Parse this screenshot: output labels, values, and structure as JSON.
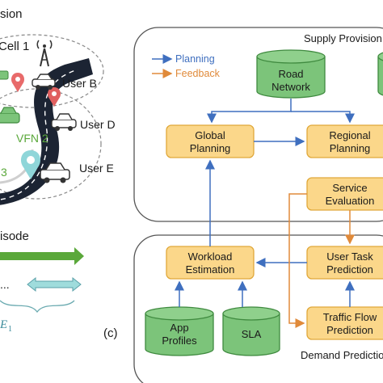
{
  "left_panel": {
    "top_fragment": "sion",
    "cell_label": "Cell 1",
    "user_b": "User B",
    "user_d": "User D",
    "user_e": "User E",
    "vfn_label": "VFN 2",
    "left_num": "3",
    "episode_fragment": "isode",
    "ellipsis": "...",
    "e_label": "E",
    "e_sub": "1"
  },
  "panel_label": "(c)",
  "diagram": {
    "supply_title": "Supply Provision",
    "demand_title": "Demand Prediction",
    "legend": {
      "planning": "Planning",
      "feedback": "Feedback"
    },
    "cylinders": {
      "road_network": [
        "Road",
        "Network"
      ],
      "app_profiles": [
        "App",
        "Profiles"
      ],
      "sla": [
        "SLA"
      ]
    },
    "boxes": {
      "global_planning": [
        "Global",
        "Planning"
      ],
      "regional_planning": [
        "Regional",
        "Planning"
      ],
      "service_evaluation": [
        "Service",
        "Evaluation"
      ],
      "workload_estimation": [
        "Workload",
        "Estimation"
      ],
      "user_task_prediction": [
        "User Task",
        "Prediction"
      ],
      "traffic_flow_prediction": [
        "Traffic Flow",
        "Prediction"
      ]
    }
  },
  "colors": {
    "planning": "#3f6fbf",
    "feedback": "#e08a3a",
    "box_fill": "#fbd78a",
    "box_stroke": "#e0a83a",
    "cyl_fill": "#7cc47a",
    "cyl_stroke": "#3f8a3f",
    "vfn": "#5aa83a",
    "road": "#1c2433"
  }
}
